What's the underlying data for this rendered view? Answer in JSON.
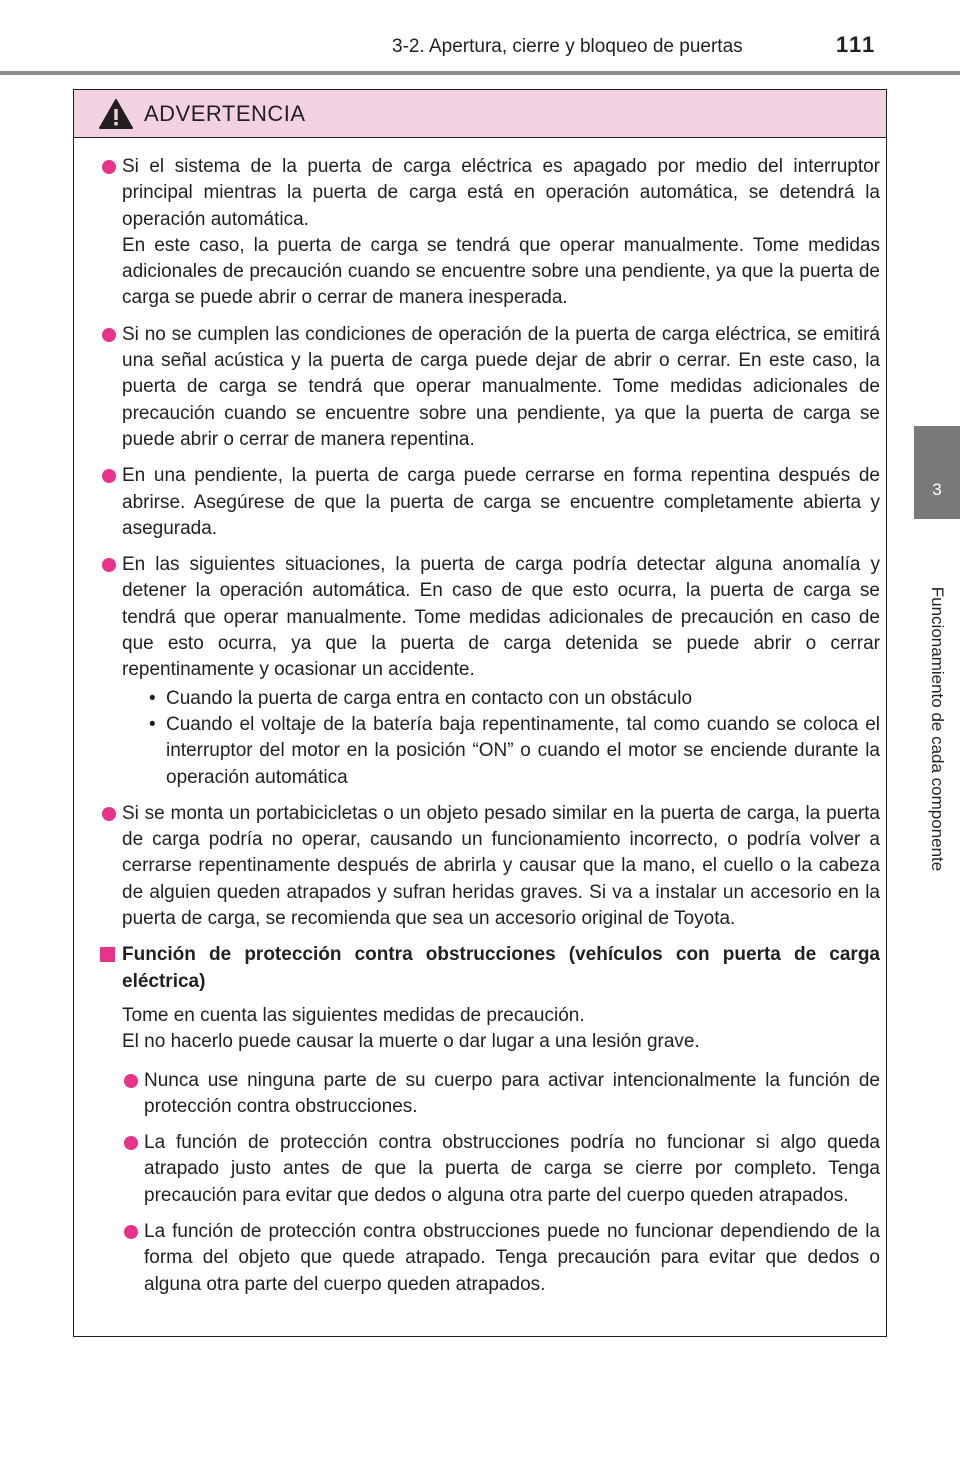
{
  "header": {
    "section": "3-2. Apertura, cierre y bloqueo de puertas",
    "page_number": "111"
  },
  "side_tab": {
    "chapter_number": "3",
    "chapter_title": "Funcionamiento de cada componente"
  },
  "warning": {
    "title": "ADVERTENCIA",
    "icon": "warning-triangle-icon",
    "bullets": [
      {
        "paragraphs": [
          "Si el sistema de la puerta de carga eléctrica es apagado por medio del interruptor principal mientras la puerta de carga está en operación automática, se detendrá la operación automática.",
          "En este caso, la puerta de carga se tendrá que operar manualmente. Tome medidas adicionales de precaución cuando se encuentre sobre una pendiente, ya que la puerta de carga se puede abrir o cerrar de manera inesperada."
        ]
      },
      {
        "paragraphs": [
          "Si no se cumplen las condiciones de operación de la puerta de carga eléctrica, se emitirá una señal acústica y la puerta de carga puede dejar de abrir o cerrar. En este caso, la puerta de carga se tendrá que operar manualmente. Tome medidas adicionales de precaución cuando se encuentre sobre una pendiente, ya que la puerta de carga se puede abrir o cerrar de manera repentina."
        ]
      },
      {
        "paragraphs": [
          "En una pendiente, la puerta de carga puede cerrarse en forma repentina después de abrirse. Asegúrese de que la puerta de carga se encuentre completamente abierta y asegurada."
        ]
      },
      {
        "paragraphs": [
          "En las siguientes situaciones, la puerta de carga podría detectar alguna anomalía y detener la operación automática. En caso de que esto ocurra, la puerta de carga se tendrá que operar manualmente. Tome medidas adicionales de precaución en caso de que esto ocurra, ya que la puerta de carga detenida se puede abrir o cerrar repentinamente y ocasionar un accidente."
        ],
        "sub_items": [
          "Cuando la puerta de carga entra en contacto con un obstáculo",
          "Cuando el voltaje de la batería baja repentinamente, tal como cuando se coloca el interruptor del motor en la posición “ON” o cuando el motor se enciende durante la operación automática"
        ]
      },
      {
        "paragraphs": [
          "Si se monta un portabicicletas o un objeto pesado similar en la puerta de carga, la puerta de carga podría no operar, causando un funcionamiento incorrecto, o podría volver a cerrarse repentinamente después de abrirla y causar que la mano, el cuello o la cabeza de alguien queden atrapados y sufran heridas graves. Si va a instalar un accesorio en la puerta de carga, se recomienda que sea un accesorio original de Toyota."
        ]
      }
    ],
    "subsection": {
      "title": "Función de protección contra obstrucciones (vehículos con puerta de carga eléctrica)",
      "intro": [
        "Tome en cuenta las siguientes medidas de precaución.",
        "El no hacerlo puede causar la muerte o dar lugar a una lesión grave."
      ],
      "bullets": [
        "Nunca use ninguna parte de su cuerpo para activar intencionalmente la función de protección contra obstrucciones.",
        "La función de protección contra obstrucciones podría no funcionar si algo queda atrapado justo antes de que la puerta de carga se cierre por completo. Tenga precaución para evitar que dedos o alguna otra parte del cuerpo queden atrapados.",
        "La función de protección contra obstrucciones puede no funcionar dependiendo de la forma del objeto que quede atrapado. Tenga precaución para evitar que dedos o alguna otra parte del cuerpo queden atrapados."
      ]
    }
  },
  "colors": {
    "accent_bullet": "#e7338a",
    "warning_header_bg": "#f2d2e2",
    "side_tab_bg": "#7a7a7a",
    "header_rule": "#8c8c8c"
  }
}
